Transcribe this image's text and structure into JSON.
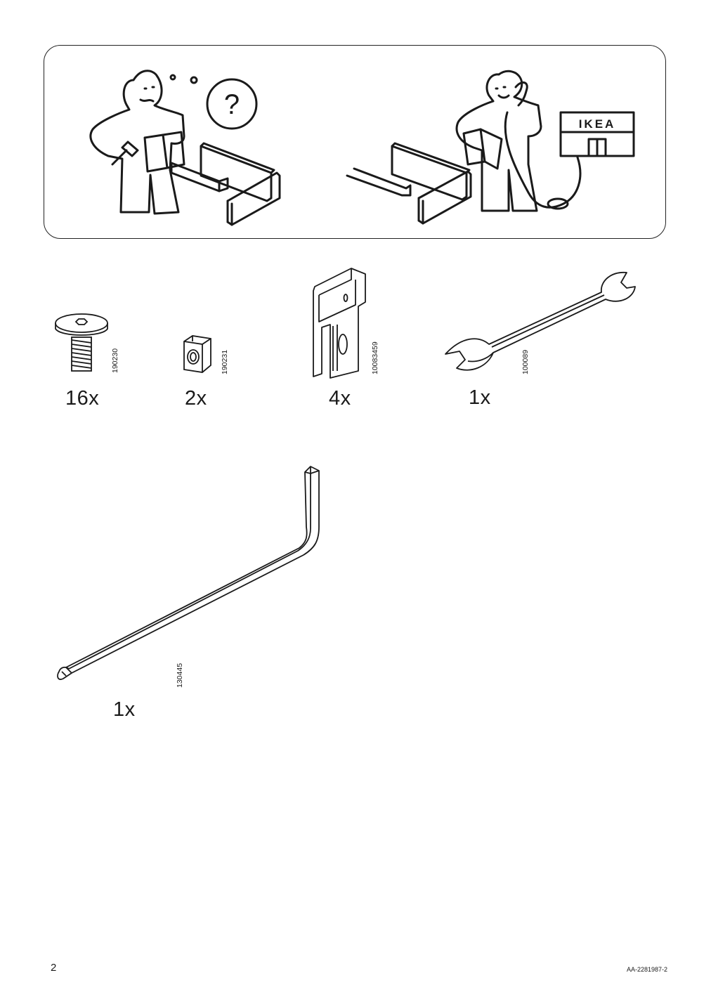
{
  "top_panel": {
    "store_sign": "IKEA",
    "question_mark": "?"
  },
  "parts": [
    {
      "name": "screw",
      "code": "190230",
      "qty": "16x"
    },
    {
      "name": "square-nut",
      "code": "190231",
      "qty": "2x"
    },
    {
      "name": "hook-bracket",
      "code": "10083459",
      "qty": "4x"
    },
    {
      "name": "wrench",
      "code": "100089",
      "qty": "1x"
    },
    {
      "name": "hex-key",
      "code": "130445",
      "qty": "1x"
    }
  ],
  "footer": {
    "page_number": "2",
    "document_id": "AA-2281987-2"
  }
}
